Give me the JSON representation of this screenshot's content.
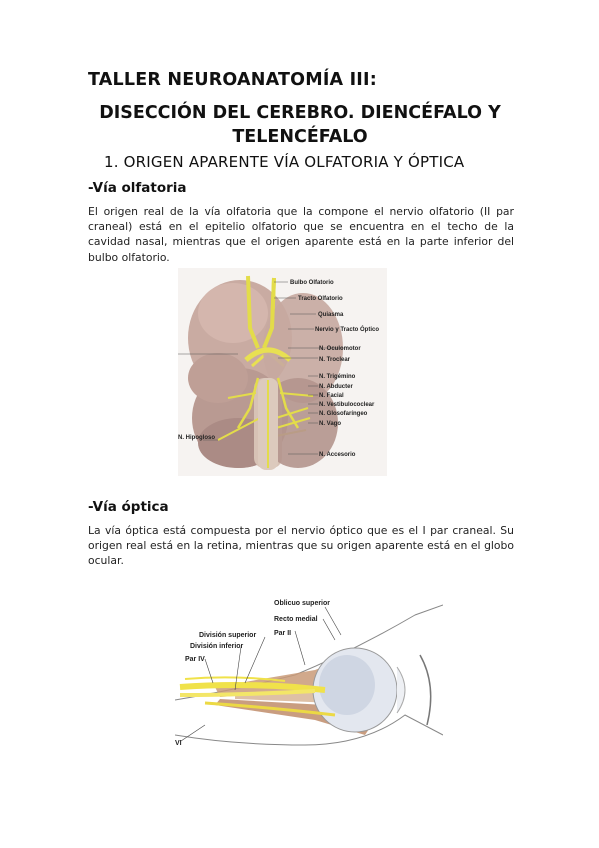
{
  "doc": {
    "title": "TALLER NEUROANATOMÍA III:",
    "subtitle_line1": "DISECCIÓN DEL CEREBRO. DIENCÉFALO Y",
    "subtitle_line2": "TELENCÉFALO",
    "section1": "1. ORIGEN APARENTE VÍA OLFATORIA Y ÓPTICA"
  },
  "olfatoria": {
    "heading": "-Vía olfatoria",
    "text": "El origen real de la vía olfatoria que la compone el nervio olfatorio (II par craneal) está en el epitelio olfatorio que se encuentra en el techo de la cavidad nasal, mientras que el origen aparente está en la parte inferior del bulbo olfatorio.",
    "figure_labels": {
      "bulbo": "Bulbo Olfatorio",
      "tracto": "Tracto Olfatorio",
      "quiasma": "Quiasma",
      "nervio_optico": "Nervio y Tracto Óptico",
      "oculomotor": "N. Oculomotor",
      "troclear": "N. Troclear",
      "trigemino": "N. Trigémino",
      "abducter": "N. Abducter",
      "facial": "N. Facial",
      "vestibulococlear": "N. Vestibulococlear",
      "glosofaringeo": "N. Glosofaríngeo",
      "vago": "N. Vago",
      "hipogloso": "N. Hipogloso",
      "accesorio": "N. Accesorio"
    }
  },
  "optica": {
    "heading": "-Vía óptica",
    "text": "La vía óptica está compuesta por el nervio óptico que es el I par craneal. Su origen real está en la retina, mientras que su origen aparente está en el globo ocular.",
    "figure_labels": {
      "oblicuo": "Oblicuo superior",
      "recto": "Recto medial",
      "par2": "Par II",
      "div_sup": "División superior",
      "div_inf": "División inferior",
      "par4": "Par IV",
      "vi": "VI"
    }
  }
}
